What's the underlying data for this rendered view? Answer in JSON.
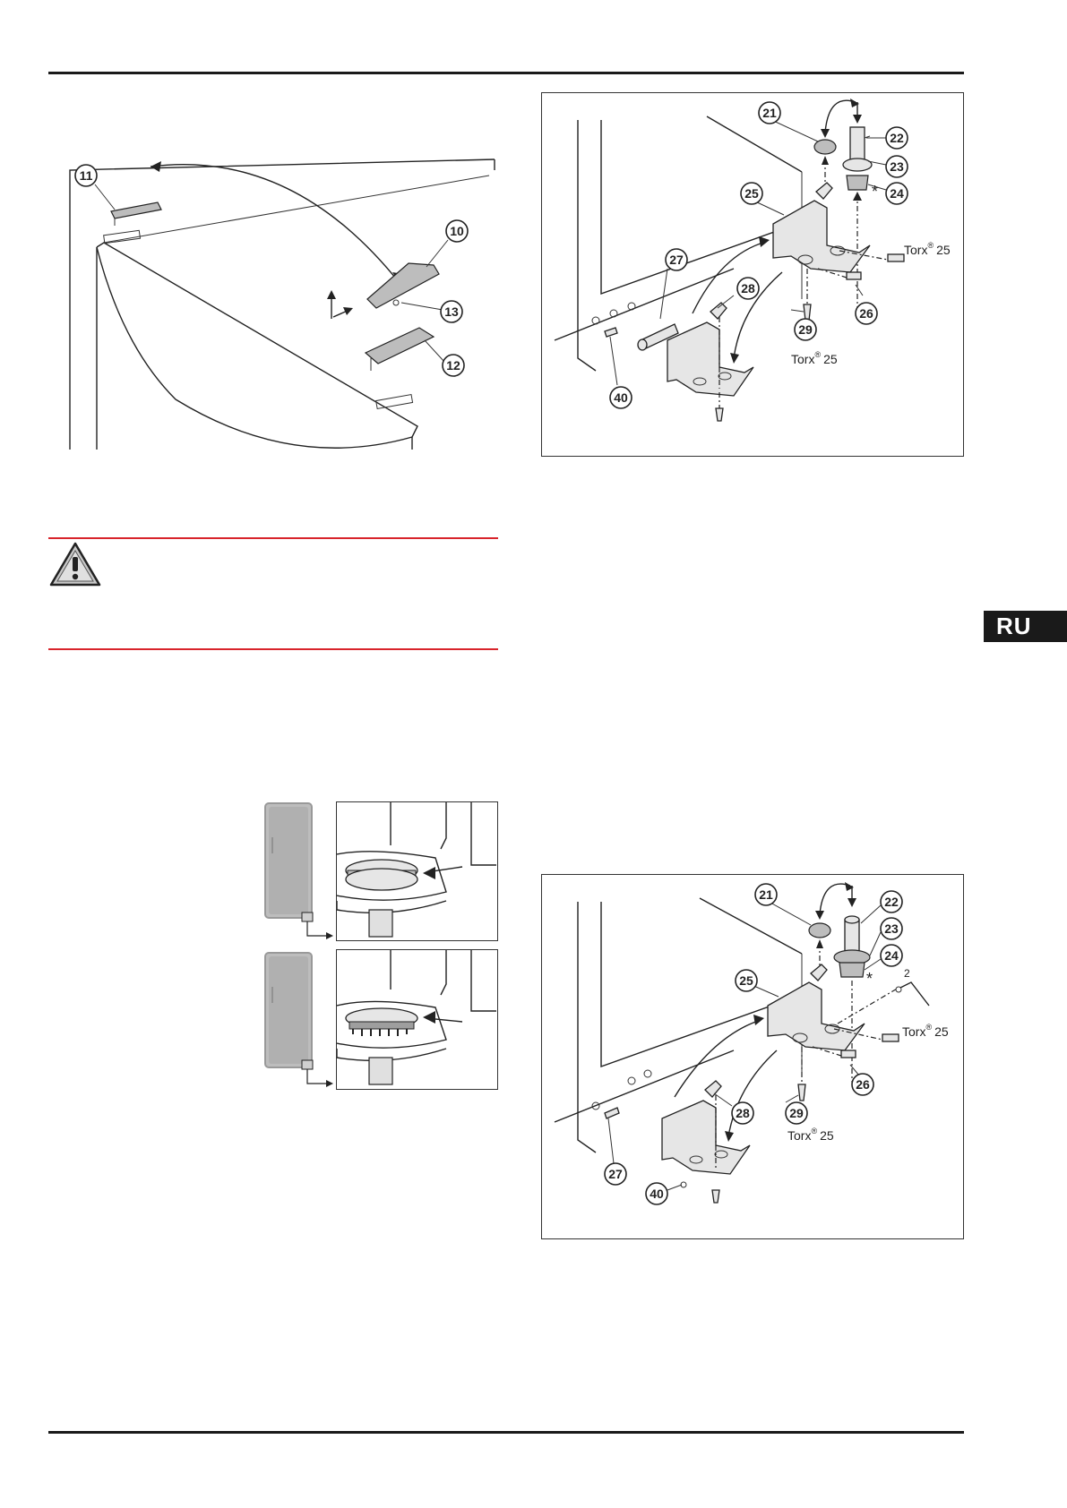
{
  "language_tab": "RU",
  "fig_top_left": {
    "callouts": [
      "11",
      "10",
      "13",
      "12"
    ]
  },
  "fig_hinge_upper": {
    "callouts": [
      "21",
      "22",
      "23",
      "24",
      "25",
      "26",
      "27",
      "28",
      "29",
      "40"
    ],
    "torx_label_1": "Torx",
    "torx_reg_1": "®",
    "torx_size_1": "25",
    "torx_label_2": "Torx",
    "torx_reg_2": "®",
    "torx_size_2": "25",
    "asterisk": "*"
  },
  "fig_hinge_lower": {
    "callouts": [
      "21",
      "22",
      "23",
      "24",
      "25",
      "26",
      "28",
      "29",
      "27",
      "40"
    ],
    "allen_size": "2",
    "torx_label_1": "Torx",
    "torx_reg_1": "®",
    "torx_size_1": "25",
    "torx_label_2": "Torx",
    "torx_reg_2": "®",
    "torx_size_2": "25",
    "asterisk": "*"
  }
}
